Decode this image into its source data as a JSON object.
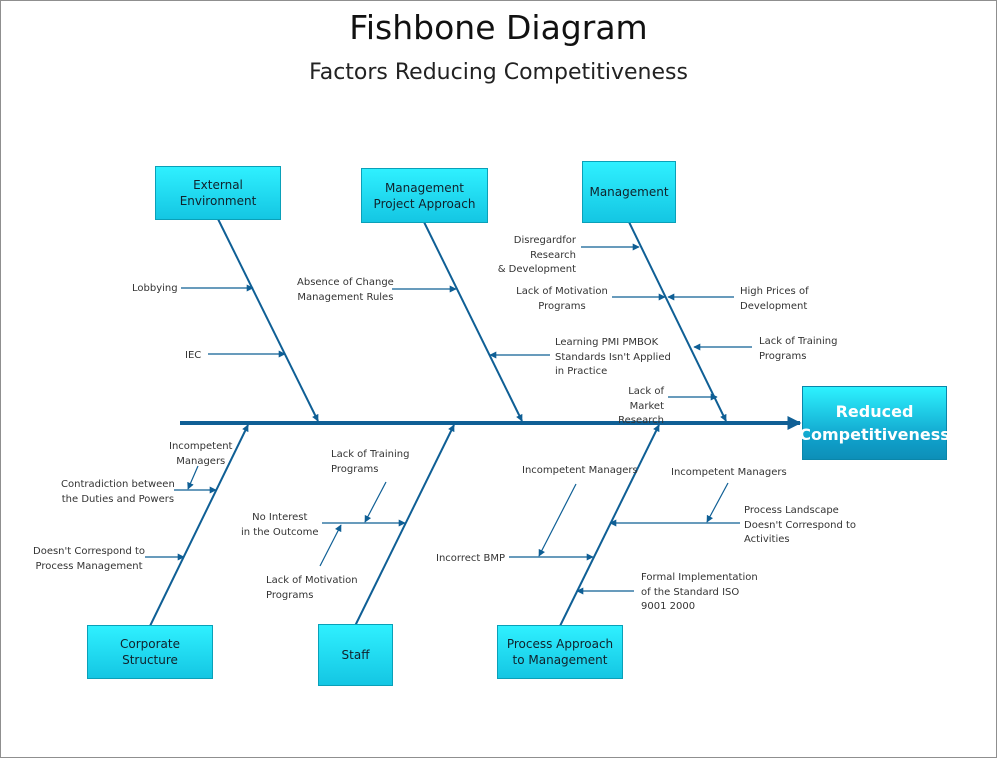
{
  "header": {
    "title": "Fishbone Diagram",
    "subtitle": "Factors Reducing Competitiveness"
  },
  "effect": "Reduced\nCompetitiveness",
  "categories": {
    "external_environment": "External\nEnvironment",
    "management_project_approach": "Management\nProject Approach",
    "management": "Management",
    "corporate_structure": "Corporate\nStructure",
    "staff": "Staff",
    "process_approach": "Process Approach\nto Management"
  },
  "causes": {
    "lobbying": "Lobbying",
    "iec": "IEC",
    "absence_of_change": "Absence of Change\nManagement Rules",
    "learning_pmi": "Learning PMI PMBOK\nStandards Isn't Applied\nin Practice",
    "disregard_research": "Disregardfor Research\n& Development",
    "lack_motivation_mgmt": "Lack of Motivation\nPrograms",
    "high_prices": "High Prices of\nDevelopment",
    "lack_training_mgmt": "Lack of Training\nPrograms",
    "lack_market_research": "Lack of\nMarket Research",
    "incompetent_managers_corp": "Incompetent\nManagers",
    "contradiction": "Contradiction between\nthe Duties and Powers",
    "doesnt_correspond": "Doesn't Correspond to\nProcess Management",
    "lack_training_staff": "Lack of Training\nPrograms",
    "no_interest": "No Interest\nin the Outcome",
    "lack_motivation_staff": "Lack of Motivation\nPrograms",
    "incompetent_managers_proc1": "Incompetent Managers",
    "incorrect_bmp": "Incorrect BMP",
    "incompetent_managers_proc2": "Incompetent Managers",
    "process_landscape": "Process Landscape\nDoesn't Correspond to\nActivities",
    "formal_implementation": "Formal Implementation\nof the Standard ISO\n9001 2000"
  },
  "colors": {
    "bone": "#0f5f95",
    "box_top": "#2ff0ff",
    "box_bottom": "#14c6e3",
    "effect_dark": "#0d8fb8"
  }
}
